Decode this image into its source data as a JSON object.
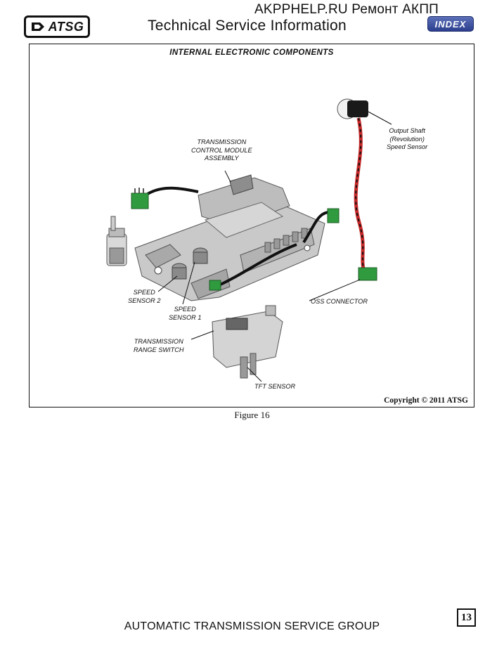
{
  "header": {
    "logo_text": "ATSG",
    "site_banner": "AKPPHELP.RU Ремонт АКПП",
    "title": "Technical Service Information",
    "index_button": "INDEX"
  },
  "figure": {
    "title": "INTERNAL ELECTRONIC COMPONENTS",
    "labels": {
      "tcm": [
        "TRANSMISSION",
        "CONTROL MODULE",
        "ASSEMBLY"
      ],
      "oss": [
        "Output Shaft",
        "(Revolution)",
        "Speed Sensor"
      ],
      "oss_connector": "OSS CONNECTOR",
      "speed_sensor_2": [
        "SPEED",
        "SENSOR 2"
      ],
      "speed_sensor_1": [
        "SPEED",
        "SENSOR 1"
      ],
      "range_switch": [
        "TRANSMISSION",
        "RANGE SWITCH"
      ],
      "tft_sensor": "TFT SENSOR"
    },
    "copyright": "Copyright © 2011 ATSG",
    "caption": "Figure 16"
  },
  "footer": {
    "page_number": "13",
    "company": "AUTOMATIC TRANSMISSION SERVICE GROUP"
  },
  "colors": {
    "connector_green": "#2f9a3e",
    "index_blue": "#2c3f8f",
    "wire_red": "#c62828"
  }
}
